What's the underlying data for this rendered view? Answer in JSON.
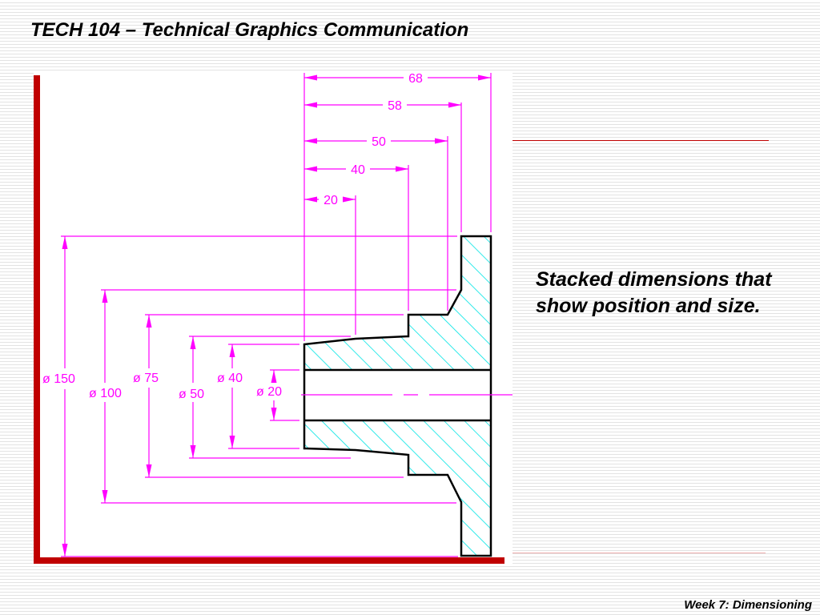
{
  "slide": {
    "title": "TECH 104 – Technical Graphics Communication",
    "caption": "Stacked dimensions that show position and size.",
    "footer": "Week 7: Dimensioning"
  },
  "colors": {
    "dimension": "#ff00ff",
    "outline": "#000000",
    "hatch": "#00e5e5",
    "frame": "#c00000",
    "rule": "#c00000"
  },
  "diagram": {
    "horizontal_dimensions": [
      "68",
      "58",
      "50",
      "40",
      "20"
    ],
    "diameter_symbol": "ø",
    "diameter_dimensions": [
      "150",
      "100",
      "75",
      "50",
      "40",
      "20"
    ]
  }
}
